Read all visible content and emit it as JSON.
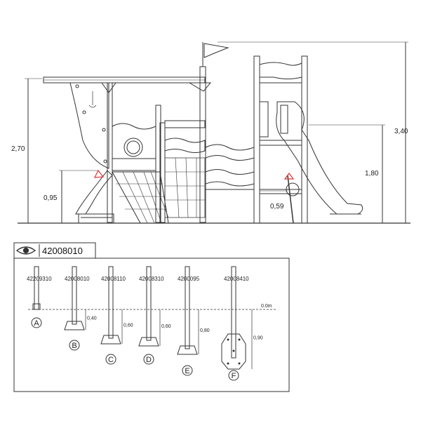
{
  "elevation": {
    "dims": {
      "height_total": "3,40",
      "roof_height": "2,70",
      "slide_height": "1,80",
      "platform_low": "0,95",
      "step_height": "0,59"
    }
  },
  "legend": {
    "model_code": "42008010",
    "ground_label": "0.0m",
    "posts": [
      {
        "code": "42209310",
        "letter": "A",
        "depth": ""
      },
      {
        "code": "42008010",
        "letter": "B",
        "depth": "0,40"
      },
      {
        "code": "42008110",
        "letter": "C",
        "depth": "0,60"
      },
      {
        "code": "42008310",
        "letter": "D",
        "depth": "0,60"
      },
      {
        "code": "4200095",
        "letter": "E",
        "depth": "0,80"
      },
      {
        "code": "42008410",
        "letter": "F",
        "depth": "0,90"
      }
    ]
  }
}
